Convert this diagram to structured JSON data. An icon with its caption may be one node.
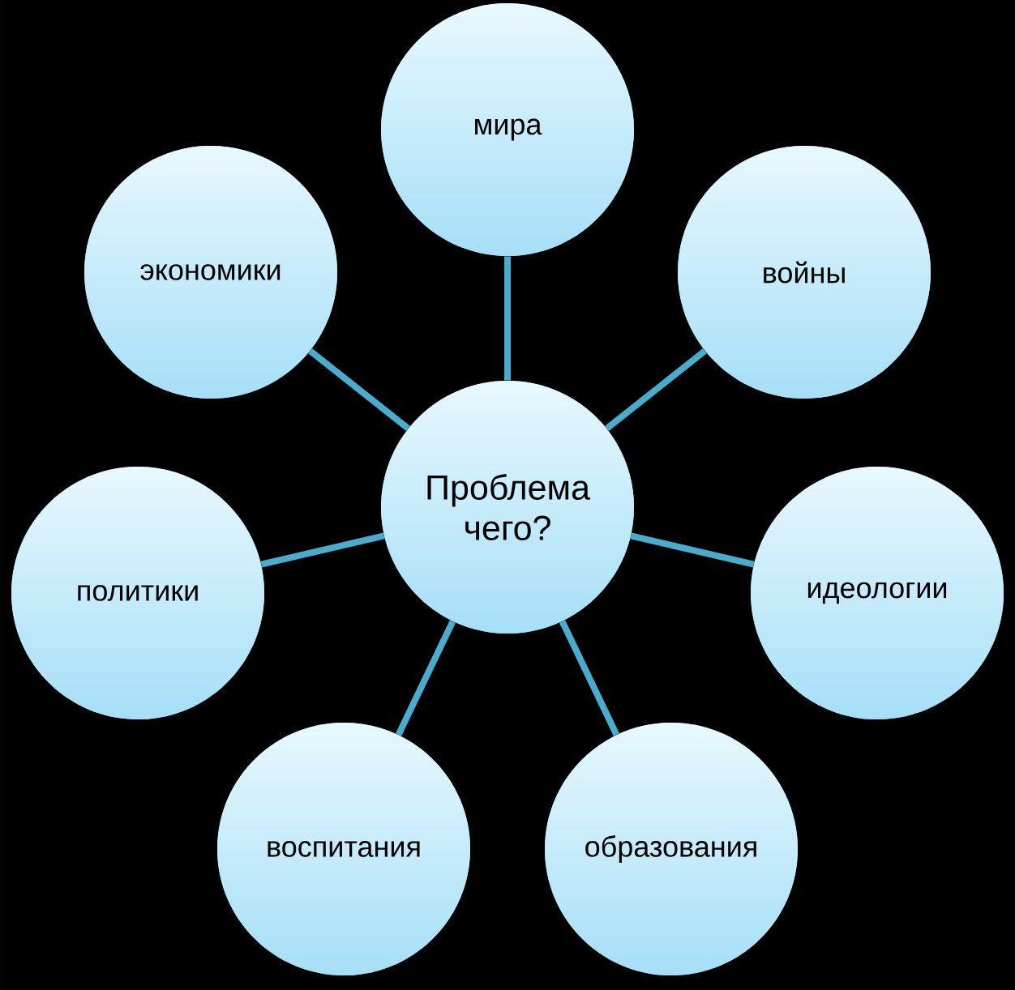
{
  "diagram": {
    "nodes": [
      {
        "text": [
          "Проблема чего?"
        ]
      },
      {
        "text": [
          "мира"
        ]
      },
      {
        "text": [
          "войны"
        ]
      },
      {
        "text": [
          "идеологии"
        ]
      },
      {
        "text": [
          "образования"
        ]
      },
      {
        "text": [
          "воспитания"
        ]
      },
      {
        "text": [
          "политики"
        ]
      },
      {
        "text": [
          "экономики"
        ]
      }
    ],
    "edges": [
      {
        "from": 0,
        "to": 1,
        "arrow": "none"
      },
      {
        "from": 0,
        "to": 2,
        "arrow": "none"
      },
      {
        "from": 0,
        "to": 3,
        "arrow": "none"
      },
      {
        "from": 0,
        "to": 4,
        "arrow": "none"
      },
      {
        "from": 0,
        "to": 5,
        "arrow": "none"
      },
      {
        "from": 0,
        "to": 6,
        "arrow": "none"
      },
      {
        "from": 0,
        "to": 7,
        "arrow": "none"
      }
    ]
  }
}
